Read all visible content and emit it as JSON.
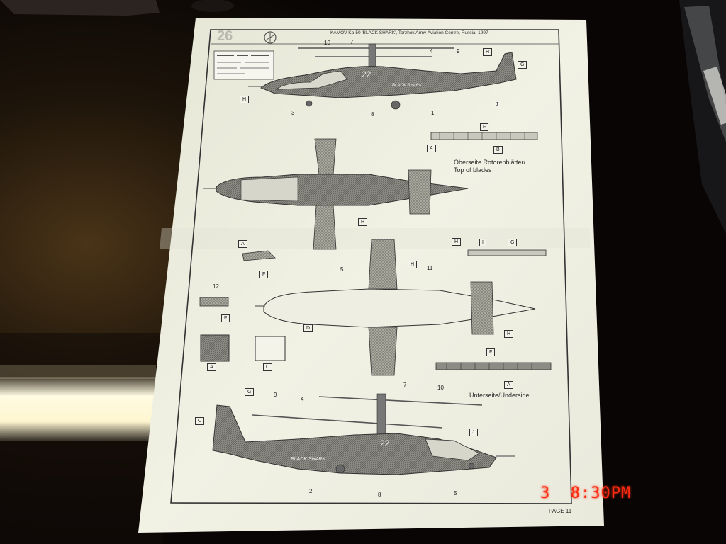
{
  "sheet": {
    "step_number": "26",
    "header": "KAMOV Ka-50 'BLACK SHARK', Torzhok Army Aviation Centre, Russia, 1997",
    "page_label": "PAGE 11",
    "upper_blade_label_de": "Oberseite Rotorenblätter/",
    "upper_blade_label_en": "Top of blades",
    "underside_label": "Unterseite/Underside",
    "fuselage_text": "BLACK SHARK",
    "tail_number": "22",
    "part_numbers": [
      "10",
      "7",
      "4",
      "9",
      "3",
      "8",
      "1",
      "5",
      "11",
      "12",
      "9",
      "4",
      "7",
      "10",
      "2",
      "8",
      "5"
    ],
    "color_codes": [
      "A",
      "B",
      "C",
      "D",
      "F",
      "G",
      "H",
      "I",
      "J"
    ]
  },
  "camera": {
    "date_digit": "3",
    "time": "8:30PM",
    "overlay_color": "#ff2a10"
  },
  "palette": {
    "paper": "#eeeee2",
    "table": "#0b0705",
    "lamp": "#fffbe2",
    "ink": "#2a2a2a"
  }
}
